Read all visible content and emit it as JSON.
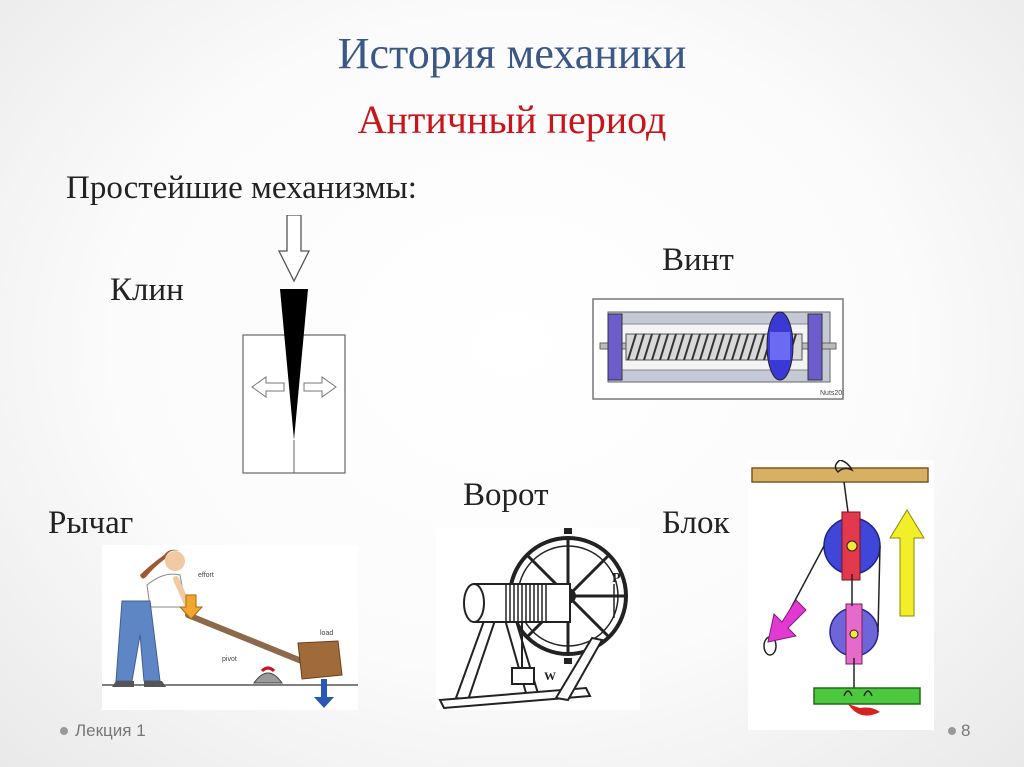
{
  "title": "История механики",
  "subtitle": "Античный период",
  "intro": "Простейшие механизмы:",
  "mechanisms": {
    "wedge": "Клин",
    "screw": "Винт",
    "lever": "Рычаг",
    "windlass": "Ворот",
    "pulley": "Блок"
  },
  "lever_labels": {
    "effort": "effort",
    "load": "load",
    "pivot": "pivot"
  },
  "windlass_labels": {
    "p": "P",
    "w": "W"
  },
  "footer": {
    "lecture": "Лекция 1",
    "page": "8"
  },
  "colors": {
    "title": "#3b5788",
    "subtitle": "#c8141a"
  }
}
